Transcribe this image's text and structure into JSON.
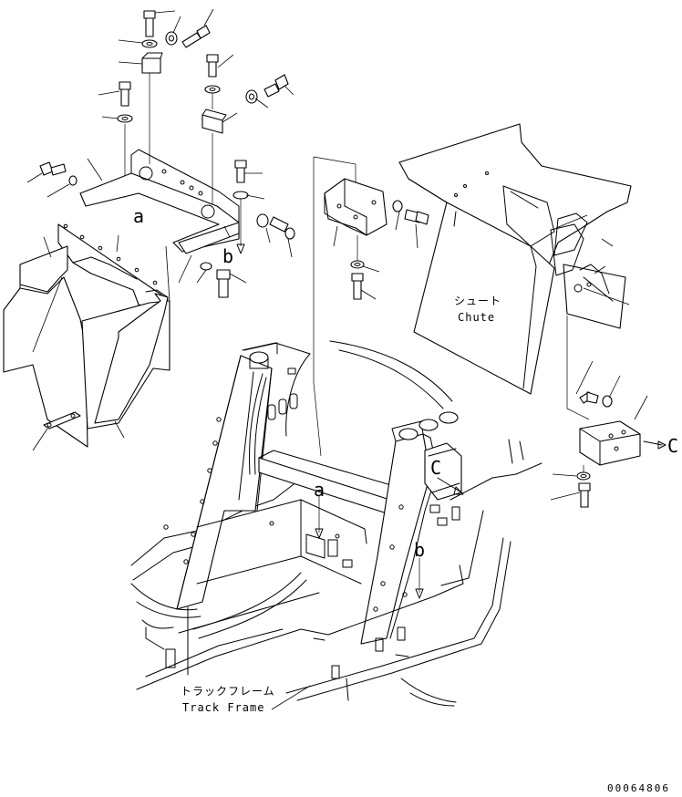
{
  "callouts": {
    "a_top": "a",
    "b_top": "b",
    "a_frame": "a",
    "b_frame": "b",
    "c_right": "C",
    "c_frame": "C"
  },
  "labels": {
    "chute_jp": "シュート",
    "chute_en": "Chute",
    "frame_jp": "トラックフレーム",
    "frame_en": "Track Frame"
  },
  "doc_id": "00064806"
}
